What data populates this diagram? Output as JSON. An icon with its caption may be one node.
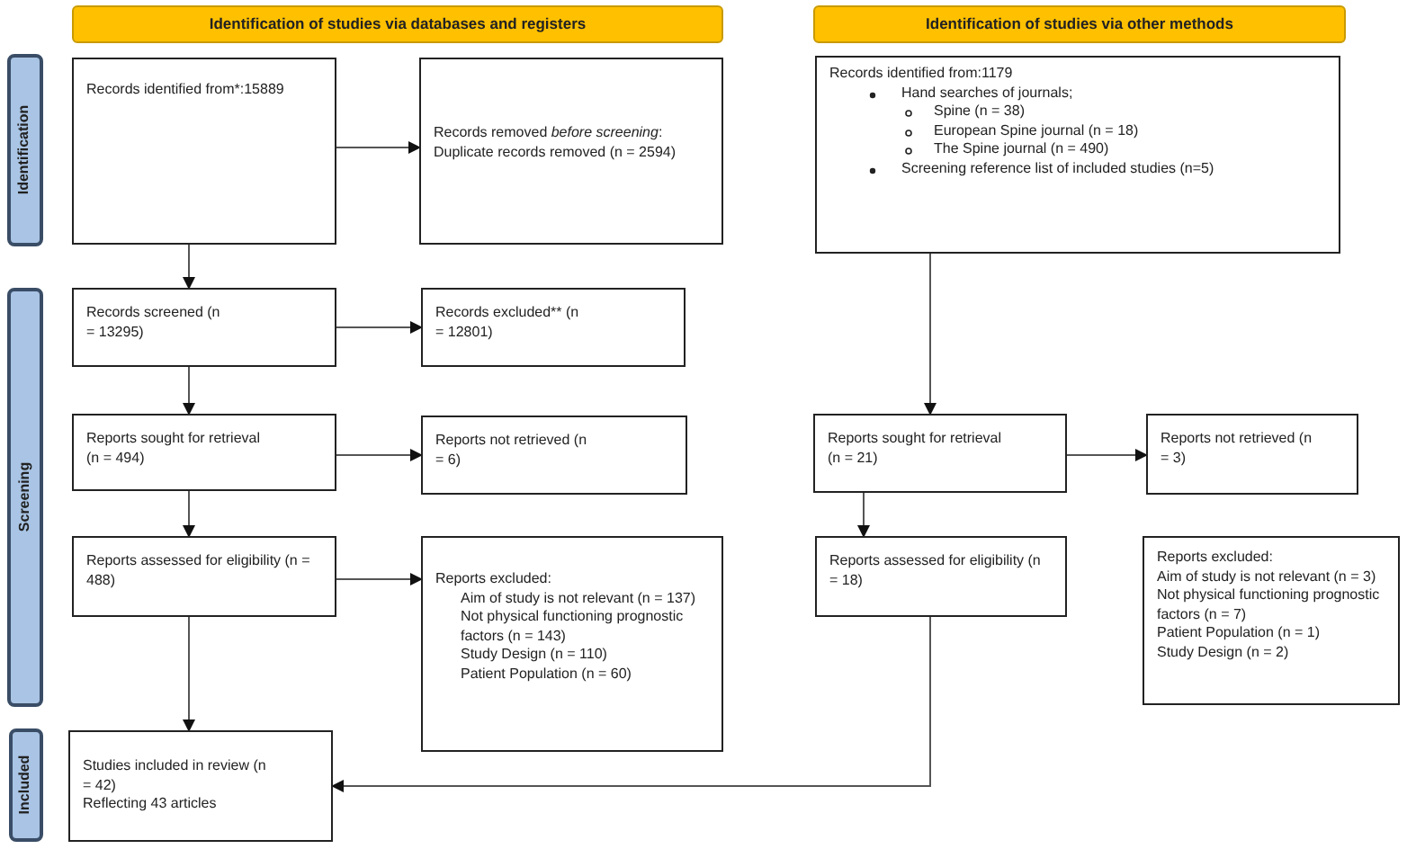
{
  "diagram": {
    "nodes": [
      {
        "text": [
          "Identification of studies via databases and registers"
        ]
      },
      {
        "text": [
          "Identification of studies via other methods"
        ]
      },
      {
        "text": [
          "Identification"
        ]
      },
      {
        "text": [
          "Screening"
        ]
      },
      {
        "text": [
          "Included"
        ]
      },
      {
        "text": [
          "Records identified from*:15889"
        ]
      },
      {
        "text": [
          "Records removed *before screening*:",
          "Duplicate records removed (n = 2594)"
        ]
      },
      {
        "text": [
          "Records screened (n = 13295)"
        ]
      },
      {
        "text": [
          "Records excluded** (n = 12801)"
        ]
      },
      {
        "text": [
          "Reports sought for retrieval (n = 494)"
        ]
      },
      {
        "text": [
          "Reports not retrieved (n = 6)"
        ]
      },
      {
        "text": [
          "Reports assessed for eligibility (n = 488)"
        ]
      },
      {
        "text": [
          "Reports excluded:",
          "Aim of study is not relevant (n = 137)",
          "Not physical functioning prognostic factors (n = 143)",
          "Study Design (n = 110)",
          "Patient Population (n = 60)"
        ]
      },
      {
        "text": [
          "Studies included in review (n = 42)",
          "Reflecting 43 articles"
        ]
      },
      {
        "text": [
          "Records identified from:1179",
          "Hand searches of journals;",
          "Spine (n = 38)",
          "European Spine journal (n = 18)",
          "The Spine journal (n = 490)",
          "Screening reference list of included studies (n=5)"
        ]
      },
      {
        "text": [
          "Reports sought for retrieval (n = 21)"
        ]
      },
      {
        "text": [
          "Reports not retrieved (n = 3)"
        ]
      },
      {
        "text": [
          "Reports assessed for eligibility (n = 18)"
        ]
      },
      {
        "text": [
          "Reports excluded:",
          "Aim of study is not relevant (n = 3)",
          "Not physical functioning prognostic factors (n = 7)",
          "Patient Population (n = 1)",
          "Study Design (n = 2)"
        ]
      }
    ],
    "edges": [
      {
        "from": 5,
        "to": 6,
        "arrow": "to"
      },
      {
        "from": 5,
        "to": 7,
        "arrow": "to"
      },
      {
        "from": 7,
        "to": 8,
        "arrow": "to"
      },
      {
        "from": 7,
        "to": 9,
        "arrow": "to"
      },
      {
        "from": 9,
        "to": 10,
        "arrow": "to"
      },
      {
        "from": 9,
        "to": 11,
        "arrow": "to"
      },
      {
        "from": 11,
        "to": 12,
        "arrow": "to"
      },
      {
        "from": 11,
        "to": 13,
        "arrow": "to"
      },
      {
        "from": 14,
        "to": 15,
        "arrow": "to"
      },
      {
        "from": 15,
        "to": 16,
        "arrow": "to"
      },
      {
        "from": 15,
        "to": 17,
        "arrow": "to"
      },
      {
        "from": 17,
        "to": 13,
        "arrow": "to"
      }
    ]
  }
}
